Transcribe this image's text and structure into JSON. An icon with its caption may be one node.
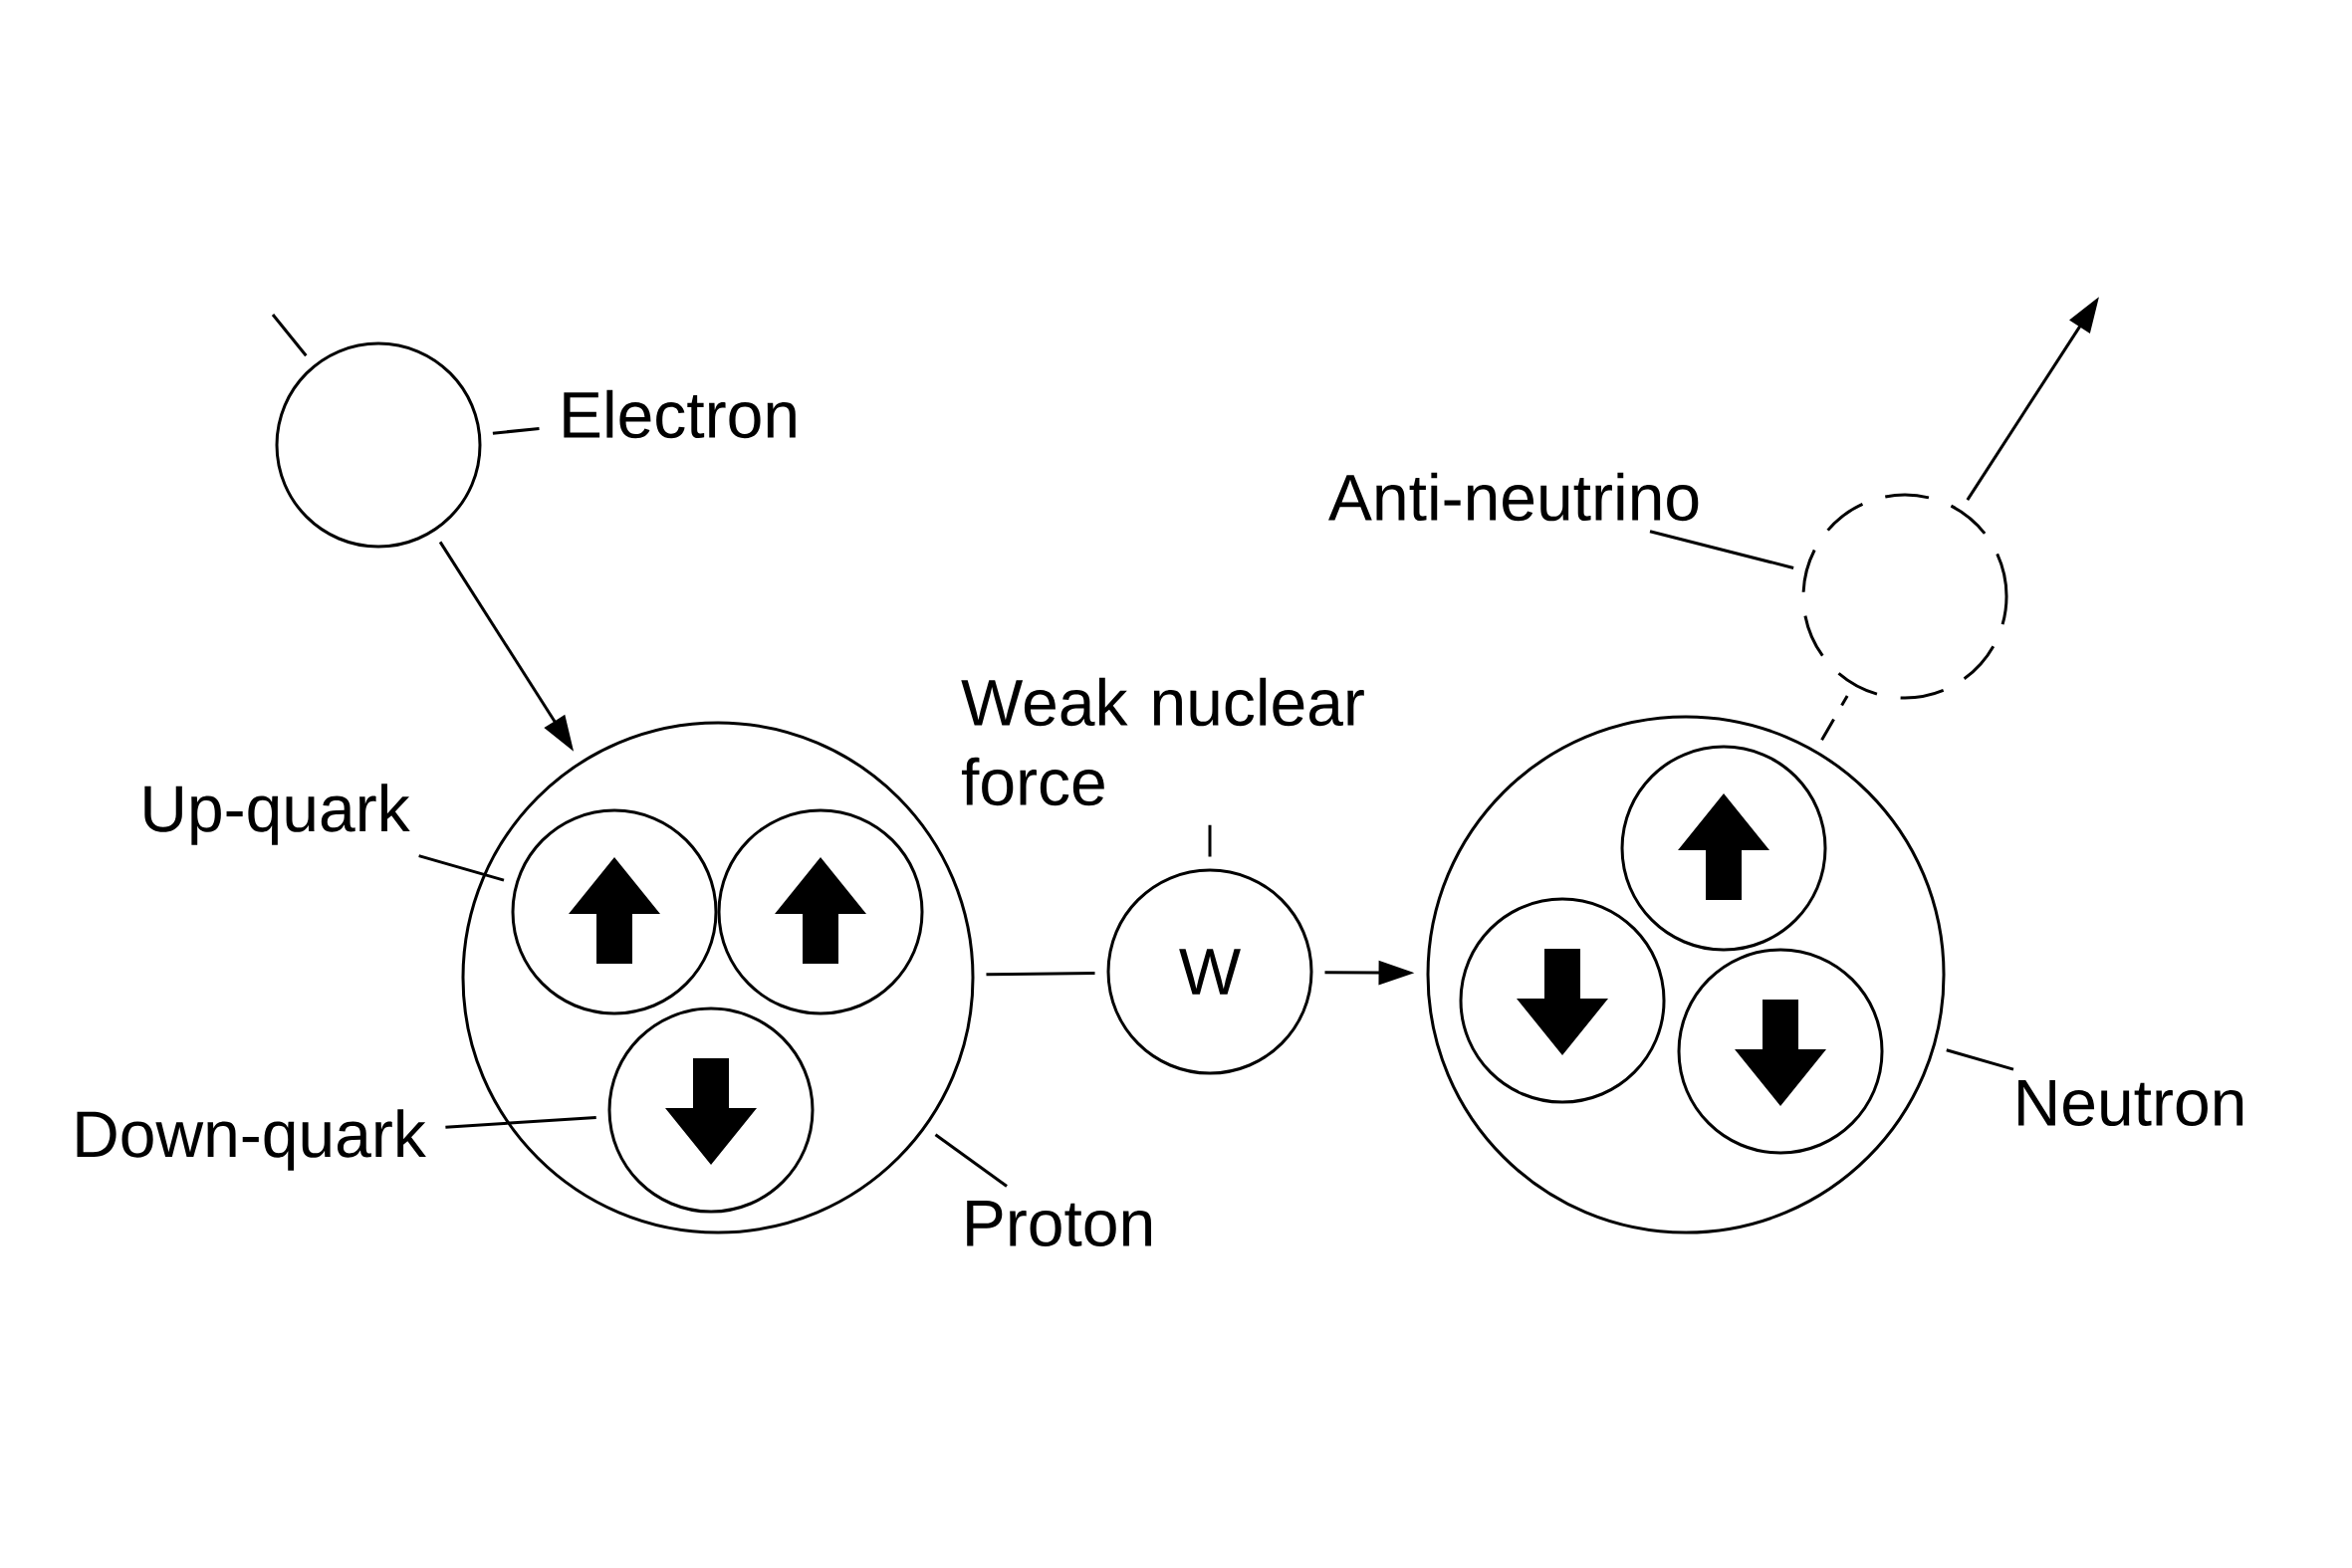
{
  "diagram": {
    "nodes": [
      {
        "text": [],
        "shape": "circle"
      },
      {
        "text": [
          "Electron"
        ]
      },
      {
        "text": [
          "Anti-neutrino"
        ]
      },
      {
        "text": [],
        "shape": "circle"
      },
      {
        "text": [
          "Up-quark"
        ]
      },
      {
        "text": [],
        "shape": "circle"
      },
      {
        "text": [],
        "shape": "circle",
        "in": 5
      },
      {
        "text": [],
        "shape": "circle",
        "in": 5
      },
      {
        "text": [],
        "shape": "circle",
        "in": 5
      },
      {
        "text": [
          "Down-quark"
        ]
      },
      {
        "text": [
          "Proton"
        ]
      },
      {
        "text": [
          "Weak nuclear force"
        ]
      },
      {
        "text": [
          "W"
        ]
      },
      {
        "text": [],
        "shape": "circle"
      },
      {
        "text": [],
        "shape": "circle",
        "in": 13
      },
      {
        "text": [],
        "shape": "circle",
        "in": 13
      },
      {
        "text": [],
        "shape": "circle",
        "in": 13
      },
      {
        "text": [
          "Neutron"
        ]
      }
    ],
    "edges": [
      {
        "from": null,
        "to": 0,
        "arrow": "none"
      },
      {
        "from": 0,
        "to": 5,
        "arrow": "to"
      },
      {
        "from": 1,
        "to": 0,
        "arrow": "none"
      },
      {
        "from": 2,
        "to": 3,
        "arrow": "none"
      },
      {
        "from": 4,
        "to": 6,
        "arrow": "none"
      },
      {
        "from": 9,
        "to": 8,
        "arrow": "none"
      },
      {
        "from": 10,
        "to": 5,
        "arrow": "none"
      },
      {
        "from": 11,
        "to": 12,
        "arrow": "none"
      },
      {
        "from": 5,
        "to": 12,
        "arrow": "none"
      },
      {
        "from": 12,
        "to": 13,
        "arrow": "to"
      },
      {
        "from": 13,
        "to": 3,
        "arrow": "none",
        "style": "dashed"
      },
      {
        "from": 3,
        "to": null,
        "arrow": "to"
      },
      {
        "from": 17,
        "to": 13,
        "arrow": "none"
      }
    ]
  }
}
